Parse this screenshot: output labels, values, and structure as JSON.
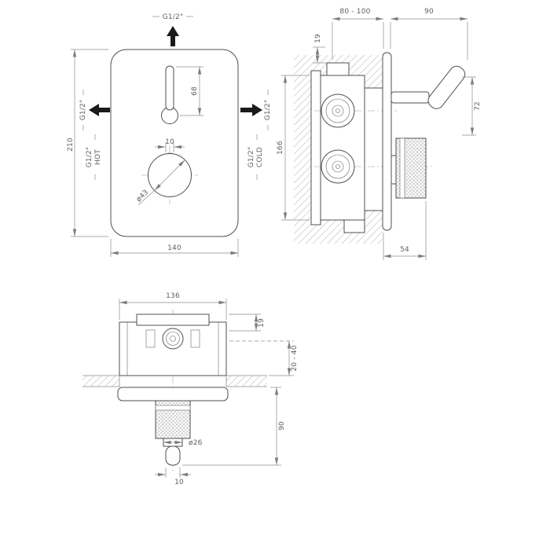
{
  "front": {
    "conn_top": "G1/2\"",
    "conn_left": "G1/2\"",
    "conn_right": "G1/2\"",
    "hot_line1": "G1/2\"",
    "hot_line2": "HOT",
    "cold_line1": "G1/2\"",
    "cold_line2": "COLD",
    "dim_height": "210",
    "dim_lever": "68",
    "dim_index": "10",
    "dim_knob_dia": "ø43",
    "dim_width": "140"
  },
  "side": {
    "dim_rough_in": "80 - 100",
    "dim_handle": "90",
    "dim_stub": "19",
    "dim_height": "166",
    "dim_handle_drop": "72",
    "dim_knob_depth": "54"
  },
  "plan": {
    "dim_width": "136",
    "dim_stub": "19",
    "dim_wall": "20 - 40",
    "dim_knob_depth": "90",
    "dim_knob_dia": "ø26",
    "dim_lever_tip": "10"
  }
}
